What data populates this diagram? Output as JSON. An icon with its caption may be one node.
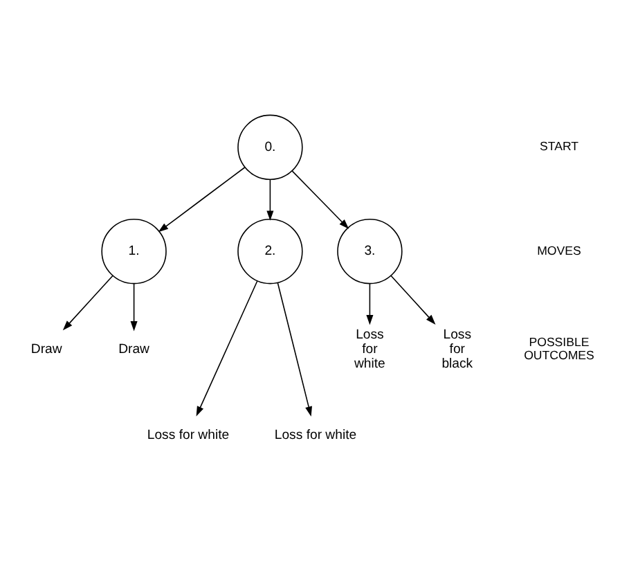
{
  "diagram": {
    "nodes": [
      {
        "text": [
          "0."
        ]
      },
      {
        "text": [
          "1."
        ]
      },
      {
        "text": [
          "2."
        ]
      },
      {
        "text": [
          "3."
        ]
      },
      {
        "text": [
          "Draw"
        ]
      },
      {
        "text": [
          "Draw"
        ]
      },
      {
        "text": [
          "Loss for white"
        ]
      },
      {
        "text": [
          "Loss for white"
        ]
      },
      {
        "text": [
          "Loss for white"
        ]
      },
      {
        "text": [
          "Loss for black"
        ]
      }
    ],
    "edges": [
      {
        "from": 0,
        "to": 1,
        "arrow": "to"
      },
      {
        "from": 0,
        "to": 2,
        "arrow": "to"
      },
      {
        "from": 0,
        "to": 3,
        "arrow": "to"
      },
      {
        "from": 1,
        "to": 4,
        "arrow": "to"
      },
      {
        "from": 1,
        "to": 5,
        "arrow": "to"
      },
      {
        "from": 2,
        "to": 6,
        "arrow": "to"
      },
      {
        "from": 2,
        "to": 7,
        "arrow": "to"
      },
      {
        "from": 3,
        "to": 8,
        "arrow": "to"
      },
      {
        "from": 3,
        "to": 9,
        "arrow": "to"
      }
    ],
    "labels": [
      "START",
      "MOVES",
      "POSSIBLE OUTCOMES"
    ]
  }
}
